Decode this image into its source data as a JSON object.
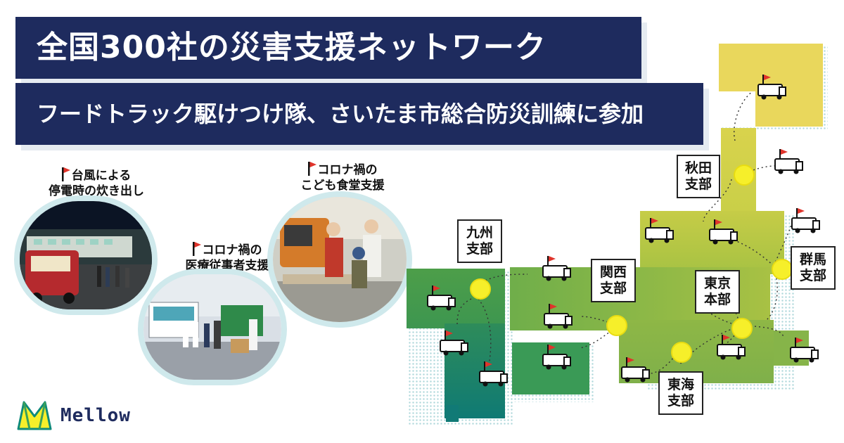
{
  "title": "全国300社の災害支援ネットワーク",
  "subtitle": "フードトラック駆けつけ隊、さいたま市総合防災訓練に参加",
  "photos": [
    {
      "caption_line1": "台風による",
      "caption_line2": "停電時の炊き出し"
    },
    {
      "caption_line1": "コロナ禍の",
      "caption_line2": "医療従事者支援"
    },
    {
      "caption_line1": "コロナ禍の",
      "caption_line2": "こども食堂支援"
    }
  ],
  "hubs": [
    {
      "label": "九州\n支部"
    },
    {
      "label": "関西\n支部"
    },
    {
      "label": "東京\n本部"
    },
    {
      "label": "東海\n支部"
    },
    {
      "label": "秋田\n支部"
    },
    {
      "label": "群馬\n支部"
    }
  ],
  "logo": {
    "brand": "Mellow"
  },
  "colors": {
    "navy": "#1e2b5e",
    "yellow": "#f6ef2a",
    "flag": "#e0342b"
  }
}
